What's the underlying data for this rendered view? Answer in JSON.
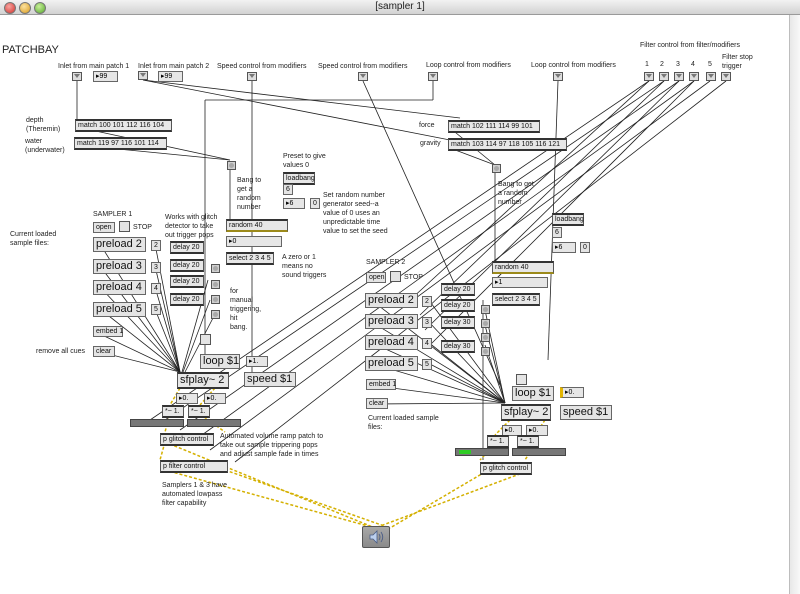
{
  "window": {
    "title": "[sampler 1]"
  },
  "patch": {
    "heading": "PATCHBAY",
    "inlet_labels": {
      "main1": "Inlet from main patch 1",
      "main2": "Inlet from main patch 2",
      "speed1": "Speed control from modifiers",
      "speed2": "Speed control from modifiers",
      "loop1": "Loop control from modifiers",
      "loop2": "Loop control from modifiers",
      "filter_title": "Filter control from filter/modifiers",
      "filter_nums": [
        "1",
        "2",
        "3",
        "4",
        "5"
      ],
      "filter_stop": "Filter stop trigger"
    },
    "inlet_values": {
      "main1": "99",
      "main2": "99"
    },
    "match": {
      "depth_label": "depth (Theremin)",
      "water_label": "water (underwater)",
      "force_label": "force",
      "gravity_label": "gravity",
      "depth": "match 100 101 112 116 104",
      "water": "match 119 97 116 101 114",
      "force": "match 102 111 114 99 101",
      "gravity": "match 103 114 97 118 105 116 121"
    },
    "comments": {
      "bang_random1": "Bang to get a random number",
      "bang_random2": "Bang to get a random number",
      "preset": "Preset to give values 0",
      "seed": "Set random number generator seed--a value of 0 uses an unpredictable time value to set the seed",
      "zero_one": "A zero or 1 means no sound triggers",
      "manual": "for manual triggering, hit bang.",
      "glitch_detector": "Works with glitch detector to take out trigger pops",
      "current_files1": "Current loaded sample files:",
      "current_files2": "Current loaded sample files:",
      "remove_cues": "remove all cues",
      "ramp": "Automated volume ramp patch to take out sample trippering pops and adjust sample fade in times",
      "lowpass": "Samplers 1 & 3 have automated lowpass filter capability"
    },
    "sampler1": {
      "title": "SAMPLER 1",
      "open": "open",
      "stop": "STOP",
      "preloads": [
        "preload 2",
        "preload 3",
        "preload 4",
        "preload 5"
      ],
      "numbers": [
        "2",
        "3",
        "4",
        "5"
      ],
      "delays": [
        "delay 20",
        "delay 20",
        "delay 20",
        "delay 20"
      ],
      "embed": "embed 1",
      "clear": "clear",
      "loadbang": "loadbang",
      "seed_msg": "6",
      "seed_num": "6",
      "seed_zero": "0",
      "random": "random 40",
      "random_out": "0",
      "select": "select 2 3 4 5",
      "loop": "loop $1",
      "speed_num": "1.",
      "speed": "speed $1",
      "sfplay": "sfplay~ 2",
      "gain_l": "0.",
      "gain_r": "0.",
      "mult_l": "*~ 1.",
      "mult_r": "*~ 1.",
      "glitch": "p glitch control",
      "filter": "p filter control"
    },
    "sampler2": {
      "title": "SAMPLER 2",
      "open": "open",
      "stop": "STOP",
      "preloads": [
        "preload 2",
        "preload 3",
        "preload 4",
        "preload 5"
      ],
      "numbers": [
        "2",
        "3",
        "4",
        "5"
      ],
      "delays": [
        "delay 20",
        "delay 20",
        "delay 30",
        "delay 30"
      ],
      "embed": "embed 1",
      "clear": "clear",
      "loadbang": "loadbang",
      "seed_msg": "6",
      "seed_num": "6",
      "seed_zero": "0",
      "random": "random 40",
      "random_out": "1",
      "select": "select 2 3 4 5",
      "loop": "loop $1",
      "speed_num": "0.",
      "speed": "speed $1",
      "sfplay": "sfplay~ 2",
      "gain_l": "0.",
      "gain_r": "0.",
      "mult_l": "*~ 1.",
      "mult_r": "*~ 1.",
      "glitch": "p glitch control"
    },
    "dac_icon": "speaker-icon"
  }
}
